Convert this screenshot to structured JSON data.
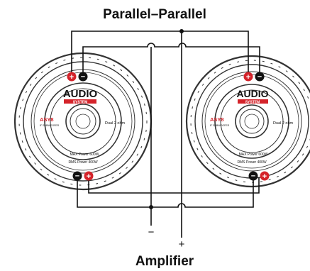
{
  "title": "Parallel–Parallel",
  "amplifier": {
    "label": "Amplifier",
    "minus": "−",
    "plus": "+"
  },
  "speakers": [
    {
      "brand": "AUDIO",
      "brand_sub": "SYSTEM",
      "model": "ASY8",
      "model_sub": "8\" SUBWOOFER",
      "coil": "Dual 2 ohm",
      "max_power": "MAX Power 600W",
      "rms_power": "RMS Power 400W"
    },
    {
      "brand": "AUDIO",
      "brand_sub": "SYSTEM",
      "model": "ASY8",
      "model_sub": "8\" SUBWOOFER",
      "coil": "Dual 2 ohm",
      "max_power": "MAX Power 600W",
      "rms_power": "RMS Power 400W"
    }
  ],
  "terminal_symbols": {
    "positive": "+",
    "negative": "−"
  },
  "colors": {
    "positive_terminal": "#d4232a",
    "negative_terminal": "#111111",
    "model_text": "#d4232a",
    "wire": "#111111"
  }
}
